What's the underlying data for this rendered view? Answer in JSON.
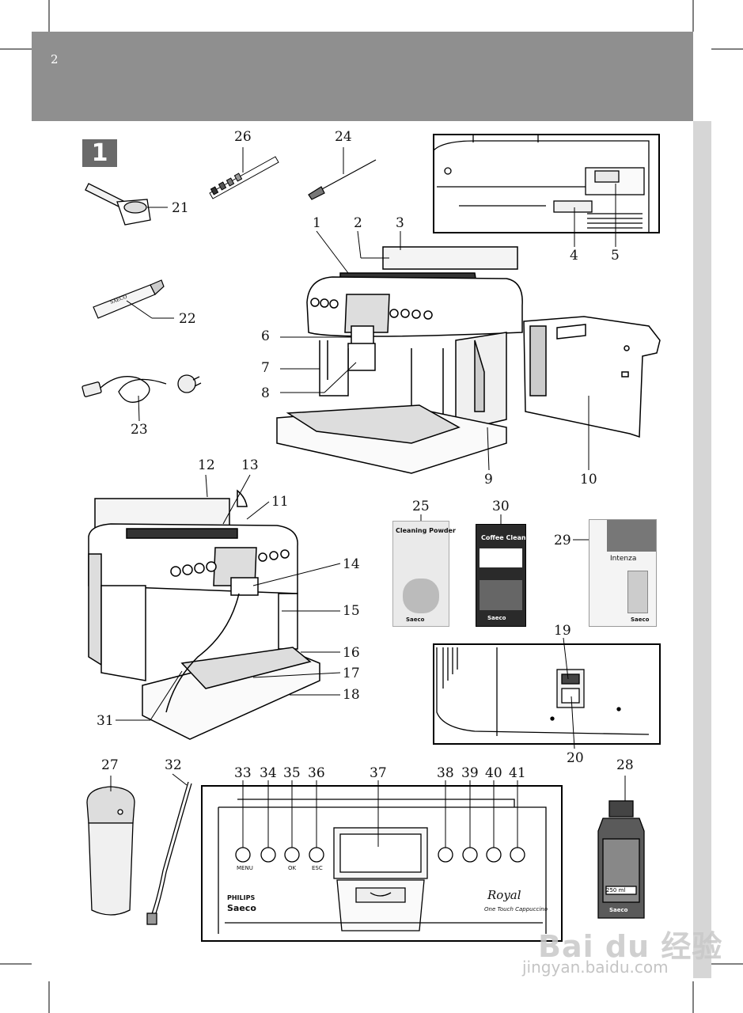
{
  "page": {
    "number": "2"
  },
  "figure": {
    "number": "1"
  },
  "callouts": [
    "1",
    "2",
    "3",
    "4",
    "5",
    "6",
    "7",
    "8",
    "9",
    "10",
    "11",
    "12",
    "13",
    "14",
    "15",
    "16",
    "17",
    "18",
    "19",
    "20",
    "21",
    "22",
    "23",
    "24",
    "25",
    "26",
    "27",
    "28",
    "29",
    "30",
    "31",
    "32",
    "33",
    "34",
    "35",
    "36",
    "37",
    "38",
    "39",
    "40",
    "41"
  ],
  "products": {
    "cleaning_powder": {
      "title": "Cleaning Powder",
      "brand": "Saeco"
    },
    "coffee_clean": {
      "title": "Coffee Clean",
      "brand": "Saeco"
    },
    "intenza": {
      "title": "Intenza",
      "brand": "Saeco"
    },
    "descaler": {
      "brand": "Saeco",
      "volume": "250 ml"
    }
  },
  "control_panel": {
    "button_labels": [
      "MENU",
      "OK",
      "ESC"
    ],
    "brand_philips": "PHILIPS",
    "brand_saeco": "Saeco",
    "model": "Royal",
    "model_sub": "One Touch Cappuccino"
  },
  "watermark": {
    "main": "Bai du 经验",
    "url": "jingyan.baidu.com"
  }
}
